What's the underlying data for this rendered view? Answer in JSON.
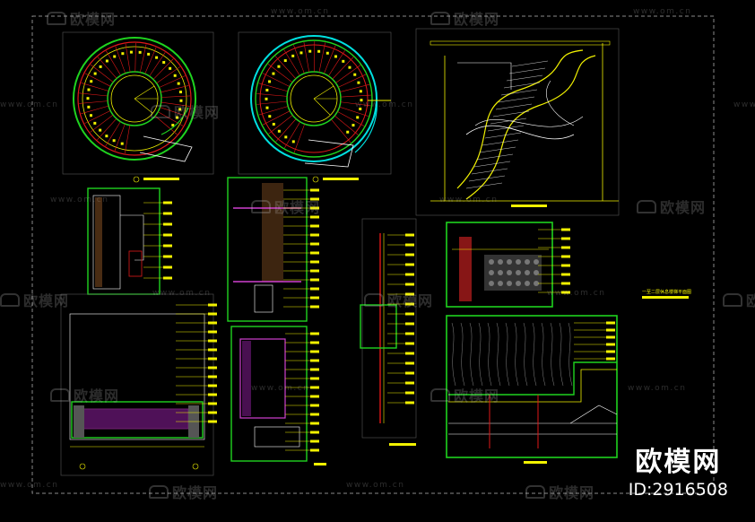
{
  "drawing": {
    "title_note": "一至二层休息楼梯平面图",
    "colors": {
      "frame": "#1fd31f",
      "annotation": "#f2f200",
      "structure": "#e01818",
      "finish": "#d040d0",
      "outline": "#ffffff",
      "cyan": "#00e0e0",
      "border_dash": "#8a8a8a"
    }
  },
  "watermark": {
    "brand_text": "欧模网",
    "url_text": "www.om.cn"
  },
  "brand": {
    "logo_text": "欧模网",
    "id_text": "ID:2916508"
  }
}
